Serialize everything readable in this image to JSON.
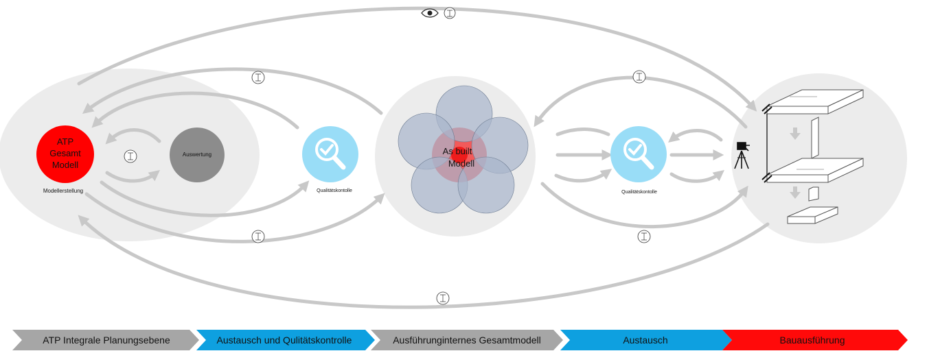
{
  "nodes": {
    "atp_model": {
      "label_lines": [
        "ATP",
        "Gesamt",
        "Modell"
      ],
      "caption": "Modellerstellung",
      "color": "#ff0000"
    },
    "auswertung": {
      "label": "Auswertung",
      "color": "#8c8c8c"
    },
    "qk_left": {
      "caption": "Qualitätskontolle",
      "color": "#99ddf7"
    },
    "asbuilt": {
      "label_lines": [
        "As built",
        "Modell"
      ],
      "color": "#f25a5a"
    },
    "qk_right": {
      "caption": "Qualitätskontolle",
      "color": "#99ddf7"
    }
  },
  "phases": [
    {
      "label": "ATP Integrale Planungsebene",
      "color": "#a6a6a6",
      "text_color": "#111111"
    },
    {
      "label": "Austausch und Qulitätskontrolle",
      "color": "#0ea0e0",
      "text_color": "#111111"
    },
    {
      "label": "Ausführunginternes Gesamtmodell",
      "color": "#a6a6a6",
      "text_color": "#111111"
    },
    {
      "label": "Austausch",
      "color": "#0ea0e0",
      "text_color": "#111111"
    },
    {
      "label": "Bauausführung",
      "color": "#ff0a0a",
      "text_color": "#111111"
    }
  ],
  "colors": {
    "zone_fill": "#ececec",
    "arrow": "#c8c8c8",
    "petal": "#a9b6cc"
  },
  "icons": [
    "eye-icon",
    "magnifier-check-icon",
    "person-glyph-icon",
    "total-station-icon",
    "building-element-icon"
  ]
}
